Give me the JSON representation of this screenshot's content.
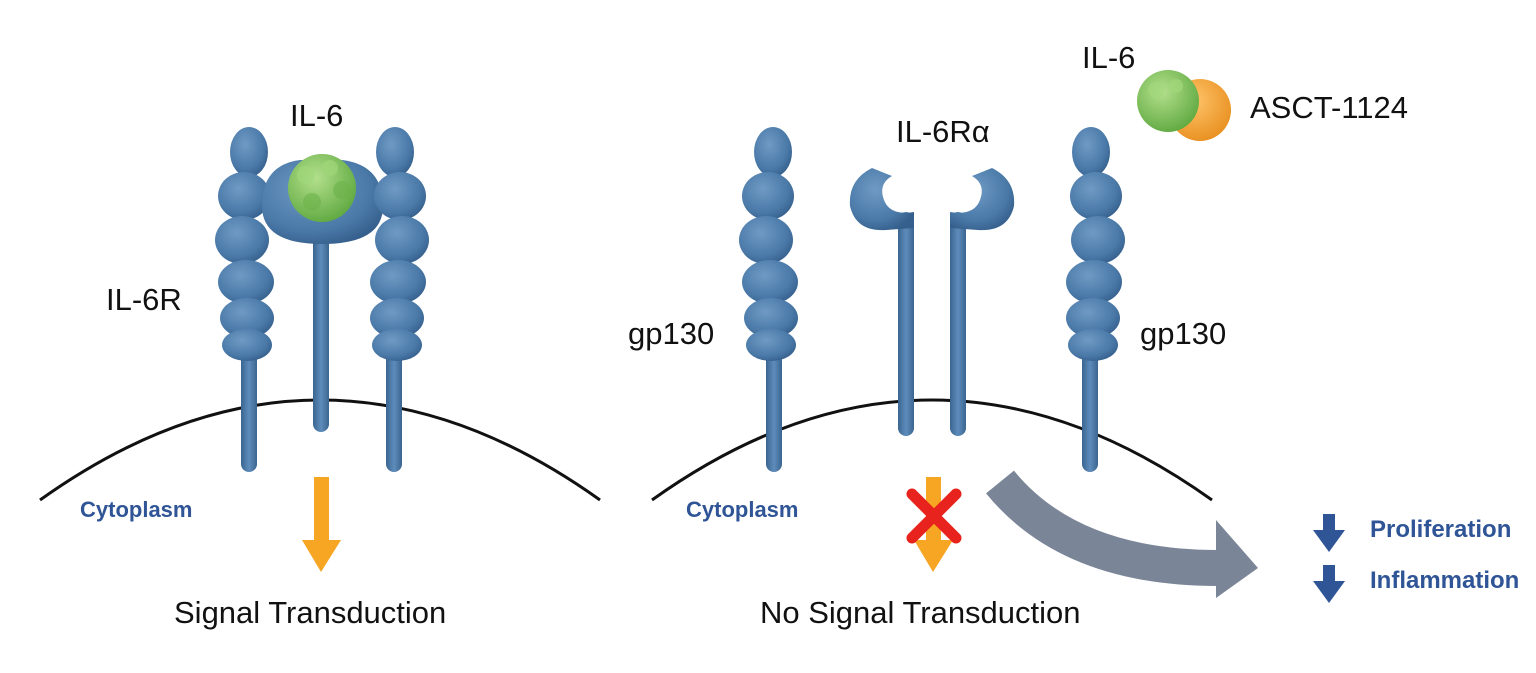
{
  "left_panel": {
    "ligand_label": "IL-6",
    "receptor_label": "IL-6R",
    "cytoplasm_label": "Cytoplasm",
    "caption": "Signal Transduction"
  },
  "right_panel": {
    "ligand_label": "IL-6",
    "drug_label": "ASCT-1124",
    "receptor_alpha_label": "IL-6Rα",
    "gp130_left_label": "gp130",
    "gp130_right_label": "gp130",
    "cytoplasm_label": "Cytoplasm",
    "caption": "No Signal Transduction"
  },
  "outcomes": [
    {
      "label": "Proliferation",
      "direction": "down"
    },
    {
      "label": "Inflammation",
      "direction": "down"
    }
  ],
  "colors": {
    "receptor_blue": "#4a79a8",
    "ligand_green": "#7cc45e",
    "drug_orange": "#f4a63a",
    "signal_arrow": "#f6a623",
    "block_x": "#e8231d",
    "gray_arrow": "#7b8598",
    "text_blue": "#2f5597"
  }
}
